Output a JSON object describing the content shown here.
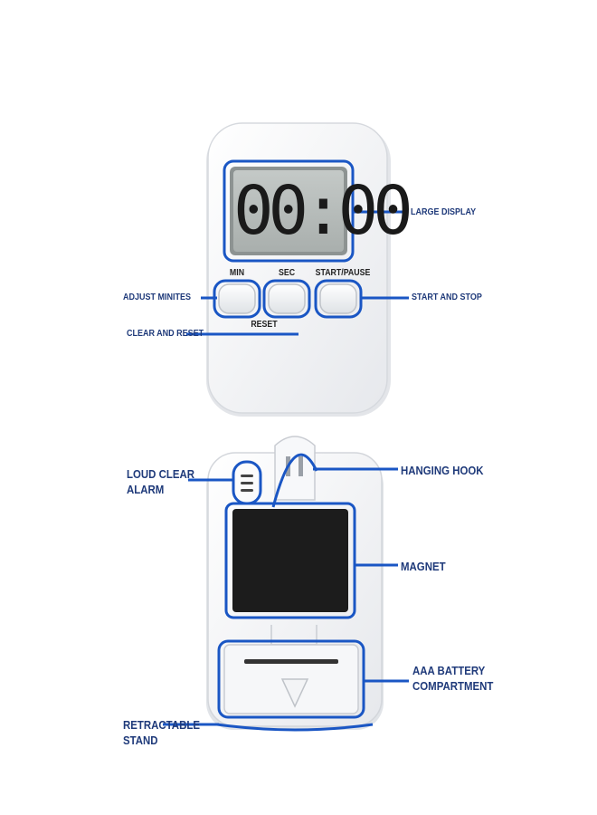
{
  "front": {
    "display": "00:00",
    "buttons": {
      "min": "MIN",
      "sec": "SEC",
      "start_pause": "START/PAUSE",
      "reset": "RESET"
    }
  },
  "callouts": {
    "large_display": "LARGE DISPLAY",
    "adjust_minutes": "ADJUST MINITES",
    "start_and_stop": "START AND STOP",
    "clear_and_reset": "CLEAR AND RESET",
    "loud_clear_alarm": [
      "LOUD CLEAR",
      "ALARM"
    ],
    "hanging_hook": "HANGING HOOK",
    "magnet": "MAGNET",
    "battery": [
      "AAA BATTERY",
      "COMPARTMENT"
    ],
    "retractable_stand": [
      "RETRACTABLE",
      "STAND"
    ]
  },
  "colors": {
    "accent": "#1a56c4",
    "label": "#1f3a7a",
    "device": "#f4f5f7",
    "screen": "#b5bbb9"
  }
}
